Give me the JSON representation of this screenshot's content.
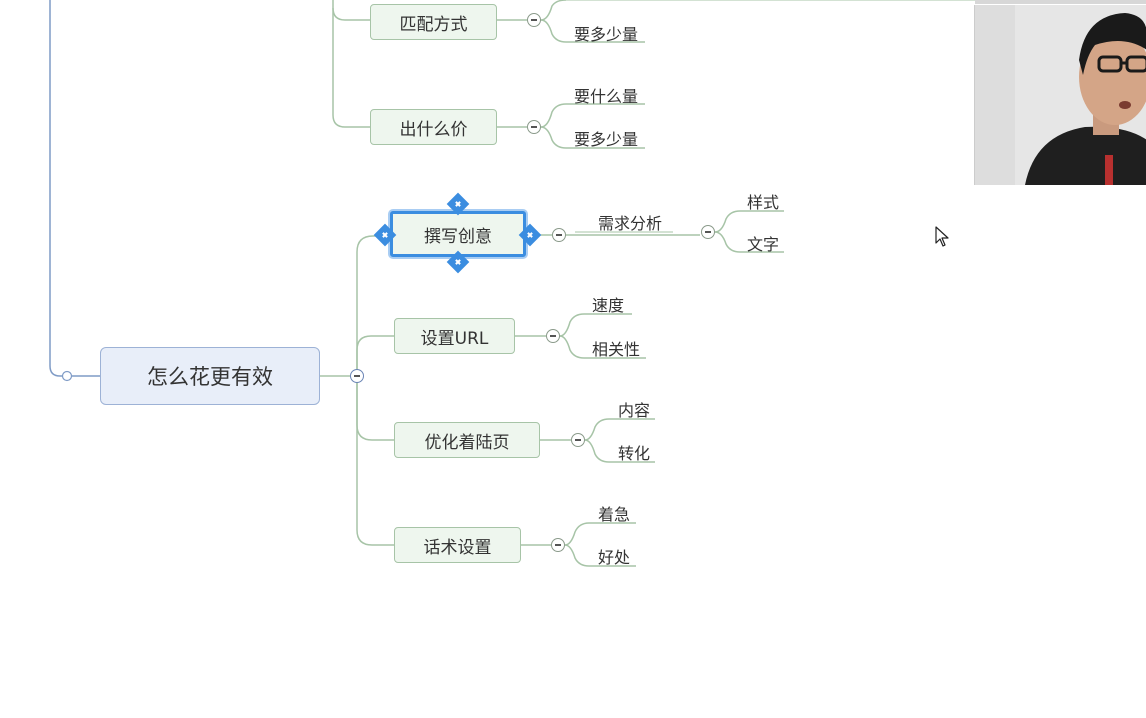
{
  "mindmap": {
    "root": {
      "label": "怎么花更有效"
    },
    "upper_branches": [
      {
        "label": "匹配方式",
        "children": [
          "要多少量"
        ]
      },
      {
        "label": "出什么价",
        "children": [
          "要什么量",
          "要多少量"
        ]
      }
    ],
    "branches": [
      {
        "label": "撰写创意",
        "selected": true,
        "sub": {
          "label": "需求分析",
          "children": [
            "样式",
            "文字"
          ]
        }
      },
      {
        "label": "设置URL",
        "children": [
          "速度",
          "相关性"
        ]
      },
      {
        "label": "优化着陆页",
        "children": [
          "内容",
          "转化"
        ]
      },
      {
        "label": "话术设置",
        "children": [
          "着急",
          "好处"
        ]
      }
    ]
  },
  "icons": {
    "collapse": "minus-circle-icon",
    "handle": "plus-diamond-icon",
    "cursor": "mouse-pointer-icon"
  },
  "colors": {
    "connector": "#a7c4a7",
    "root_connector": "#7f9bc6",
    "topic_fill": "#eef6ee",
    "root_fill": "#e8eef9",
    "selection": "#3b8de0"
  },
  "webcam": {
    "description": "presenter video overlay"
  }
}
